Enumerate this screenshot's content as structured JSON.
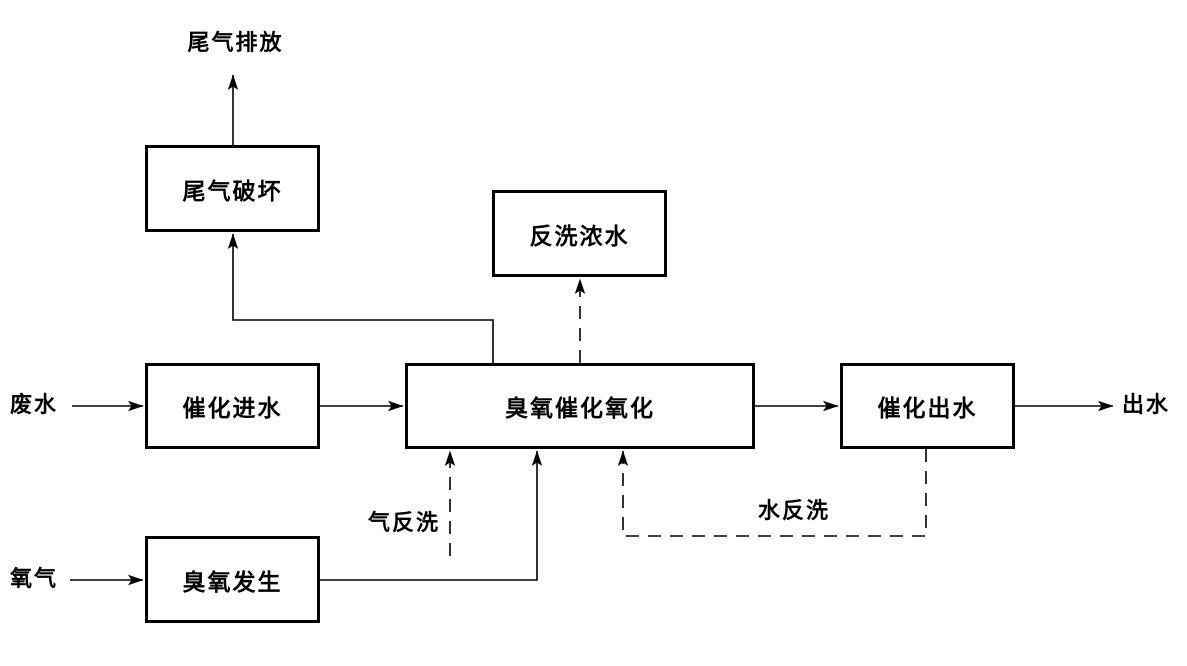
{
  "diagram": {
    "title_implicit": "臭氧催化氧化工艺流程图",
    "background_color": "#ffffff",
    "line_color": "#000000",
    "boxes": {
      "tail_gas_destruction": {
        "label": "尾气破坏"
      },
      "backwash_concentrate": {
        "label": "反洗浓水"
      },
      "catalytic_inlet": {
        "label": "催化进水"
      },
      "ozone_catalytic_oxidation": {
        "label": "臭氧催化氧化"
      },
      "catalytic_outlet": {
        "label": "催化出水"
      },
      "ozone_generation": {
        "label": "臭氧发生"
      }
    },
    "labels": {
      "tail_gas_discharge": "尾气排放",
      "wastewater": "废水",
      "effluent": "出水",
      "oxygen": "氧气",
      "gas_backwash": "气反洗",
      "water_backwash": "水反洗"
    },
    "edges": [
      {
        "from": "wastewater",
        "to": "catalytic_inlet",
        "style": "solid-arrow"
      },
      {
        "from": "catalytic_inlet",
        "to": "ozone_catalytic_oxidation",
        "style": "solid-arrow"
      },
      {
        "from": "ozone_catalytic_oxidation",
        "to": "catalytic_outlet",
        "style": "solid-arrow"
      },
      {
        "from": "catalytic_outlet",
        "to": "effluent",
        "style": "solid-arrow"
      },
      {
        "from": "oxygen",
        "to": "ozone_generation",
        "style": "solid-arrow"
      },
      {
        "from": "ozone_generation",
        "to": "ozone_catalytic_oxidation",
        "style": "solid-arrow"
      },
      {
        "from": "ozone_catalytic_oxidation",
        "to": "tail_gas_destruction",
        "style": "solid-arrow"
      },
      {
        "from": "tail_gas_destruction",
        "to": "tail_gas_discharge",
        "style": "solid-arrow"
      },
      {
        "from": "ozone_catalytic_oxidation",
        "to": "backwash_concentrate",
        "style": "dashed-arrow"
      },
      {
        "from": "gas_backwash",
        "to": "ozone_catalytic_oxidation",
        "style": "dashed-arrow"
      },
      {
        "from": "catalytic_outlet",
        "to": "ozone_catalytic_oxidation",
        "style": "dashed-arrow",
        "label": "水反洗"
      }
    ]
  }
}
